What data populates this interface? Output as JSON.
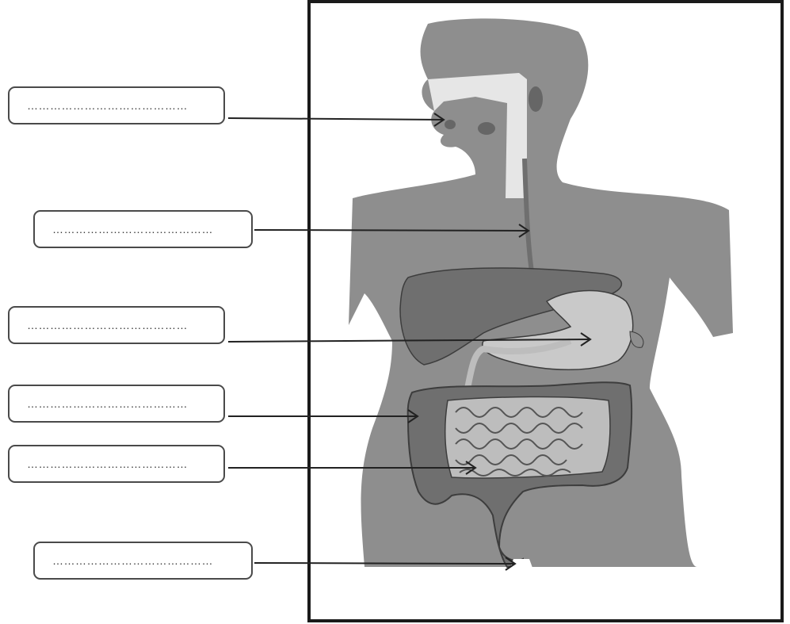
{
  "answer_boxes": [
    {
      "id": "mouth",
      "placeholder": "……………………………………"
    },
    {
      "id": "oesophagus",
      "placeholder": "……………………………………"
    },
    {
      "id": "stomach",
      "placeholder": "……………………………………"
    },
    {
      "id": "large-intestine",
      "placeholder": "……………………………………"
    },
    {
      "id": "small-intestine",
      "placeholder": "……………………………………"
    },
    {
      "id": "anus",
      "placeholder": "……………………………………"
    }
  ],
  "colors": {
    "body": "#8e8e8e",
    "organ": "#6f6f6f",
    "stomach": "#c9c9c9",
    "outline": "#3d3d3d",
    "frame": "#1a1a1a"
  }
}
